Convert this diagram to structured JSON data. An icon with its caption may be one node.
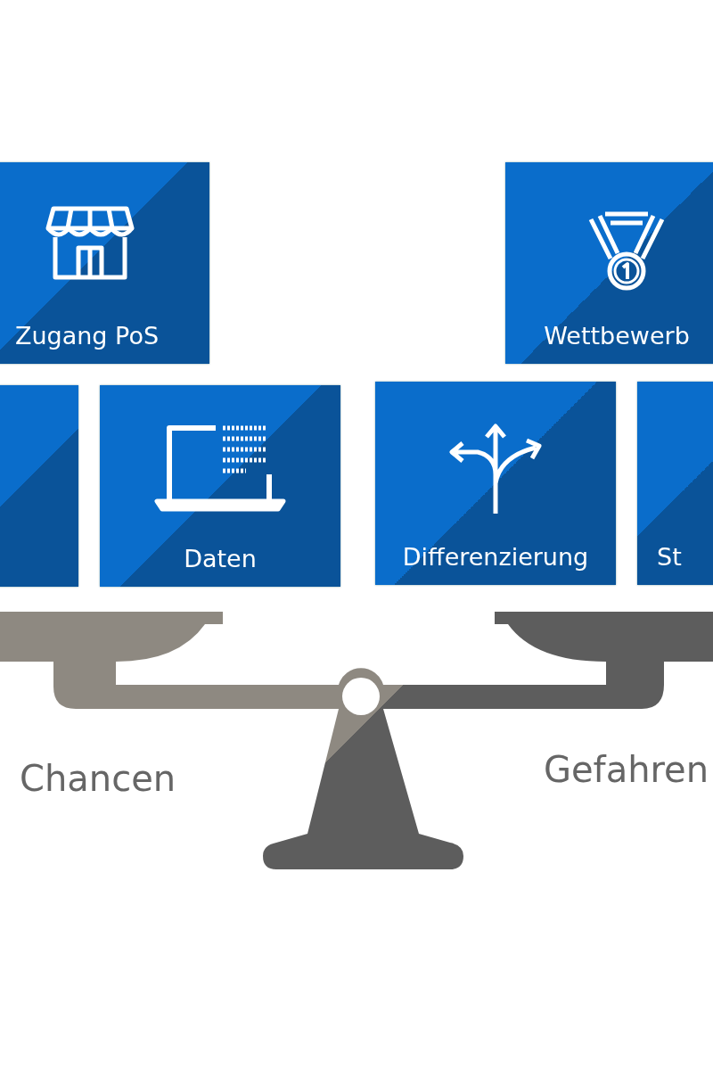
{
  "diagram": {
    "nodes": [
      {
        "text": [
          "Zugang PoS"
        ]
      },
      {
        "text": [
          "Wettbewerb"
        ]
      },
      {
        "text": [],
        "shape": "box"
      },
      {
        "text": [
          "Daten"
        ]
      },
      {
        "text": [
          "Differenzierung"
        ]
      },
      {
        "text": [
          "St"
        ]
      }
    ],
    "labels": [
      "Chancen",
      "Gefahren"
    ]
  }
}
